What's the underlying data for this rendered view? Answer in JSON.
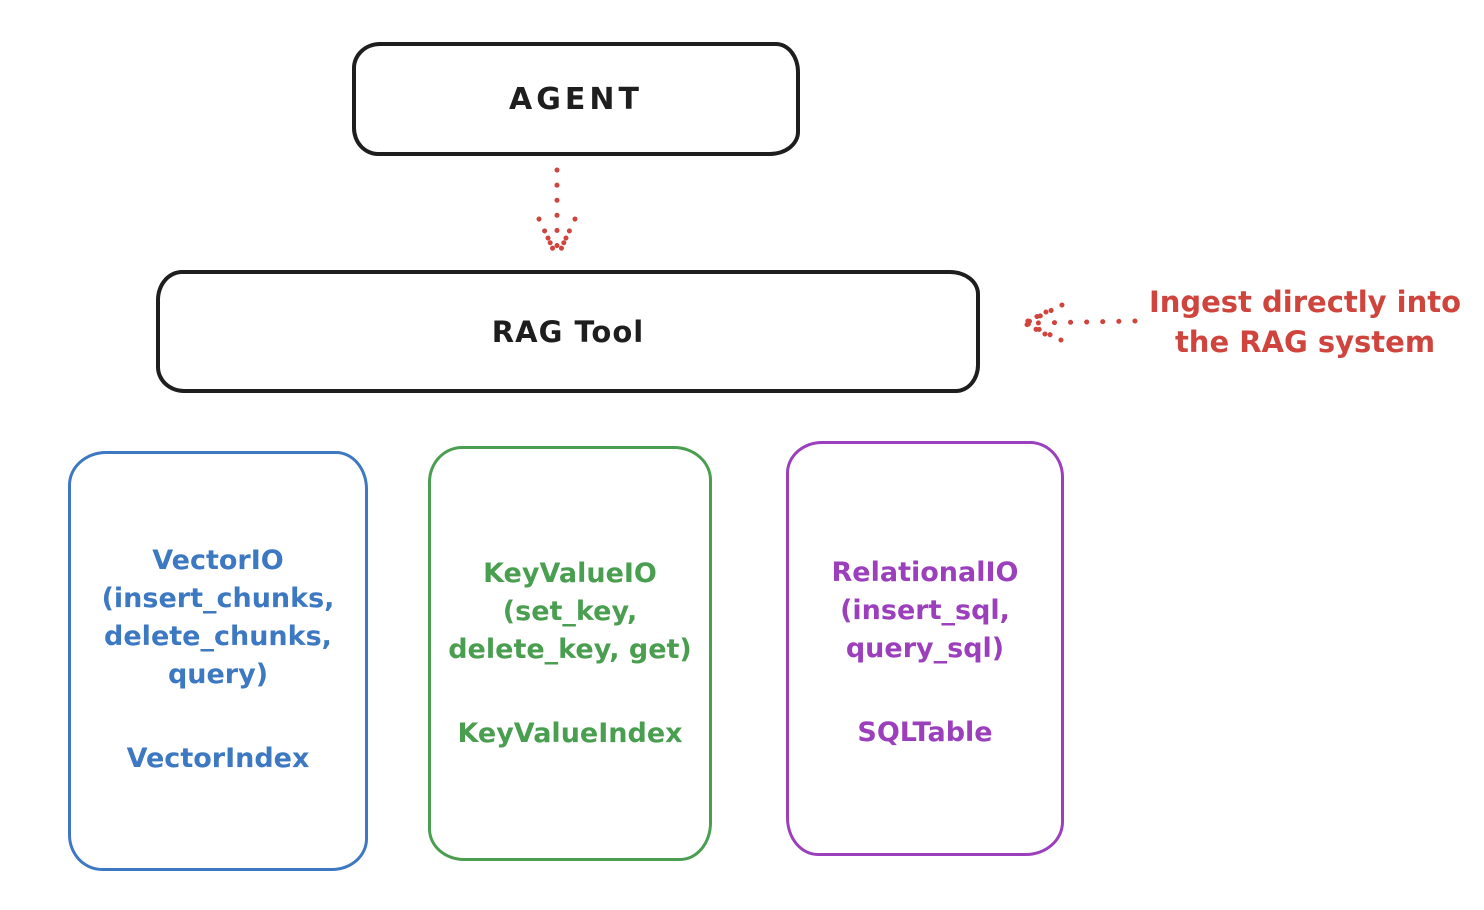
{
  "diagram": {
    "agent": {
      "label": "AGENT"
    },
    "rag_tool": {
      "label": "RAG Tool"
    },
    "annotation": {
      "line1": "Ingest directly into",
      "line2": "the RAG system"
    },
    "backends": [
      {
        "title": "VectorIO",
        "methods": [
          "(insert_chunks,",
          "delete_chunks,",
          "query)"
        ],
        "index": "VectorIndex",
        "color": "#3d78c2"
      },
      {
        "title": "KeyValueIO",
        "methods": [
          "(set_key,",
          "delete_key, get)"
        ],
        "index": "KeyValueIndex",
        "color": "#4a9e50"
      },
      {
        "title": "RelationalIO",
        "methods": [
          "(insert_sql,",
          "query_sql)"
        ],
        "index": "SQLTable",
        "color": "#9c3fbd"
      }
    ],
    "colors": {
      "stroke_black": "#1e1e1e",
      "accent_red": "#cf453e",
      "background": "#ffffff"
    }
  }
}
